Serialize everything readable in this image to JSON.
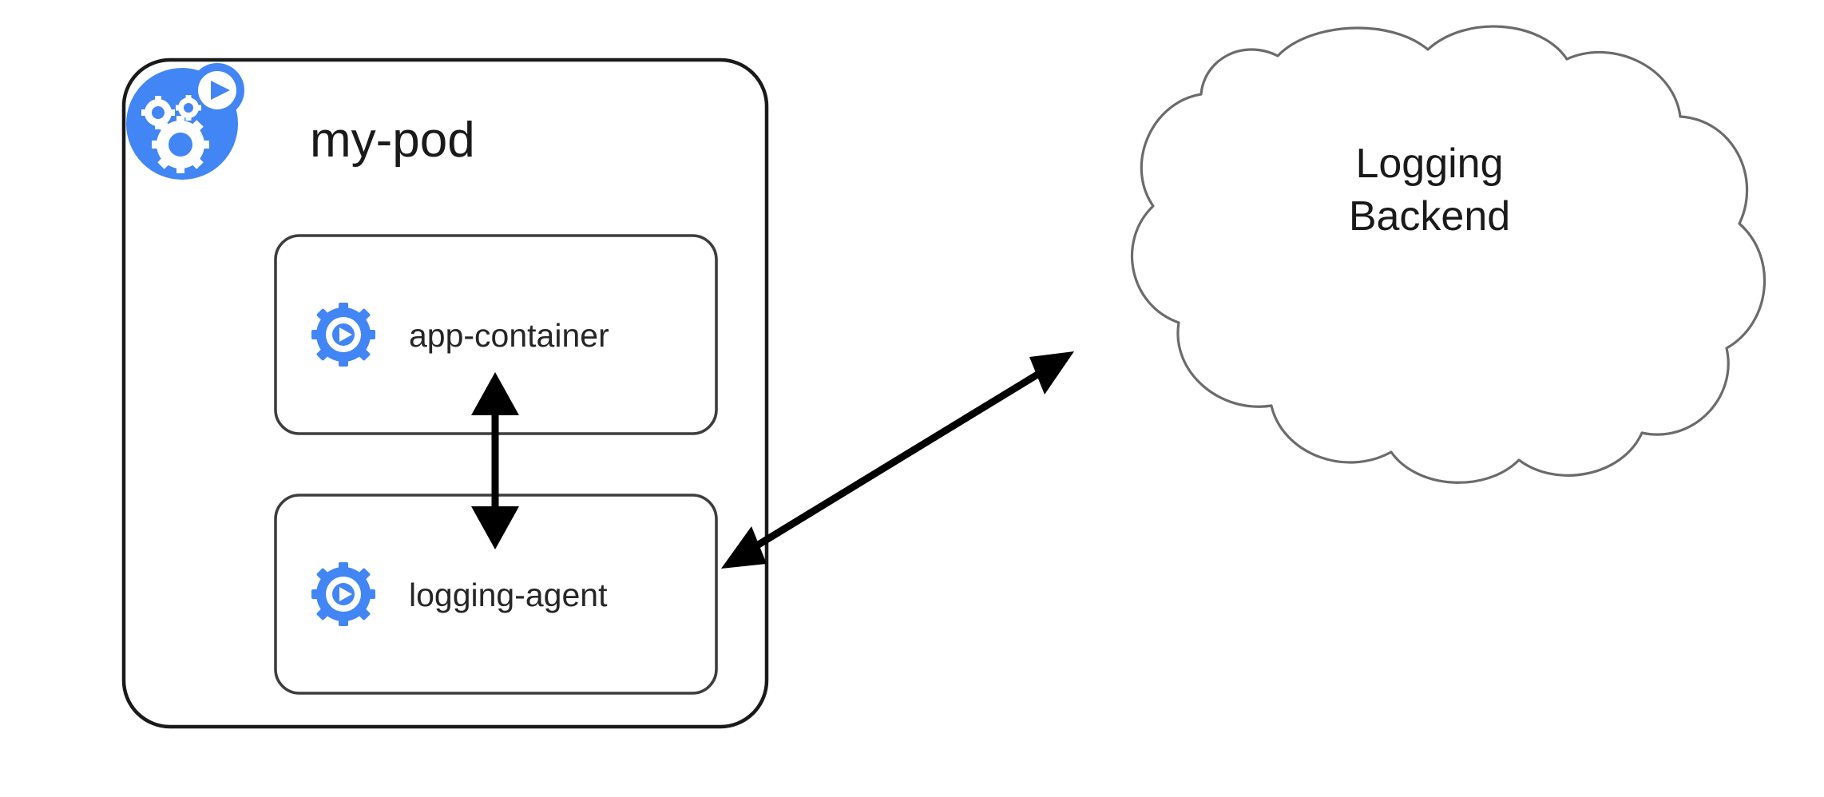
{
  "diagram": {
    "title": "my-pod logging sidecar architecture",
    "background_color": "#ffffff",
    "accent_color": "#4285F4",
    "outline_color": "#1a1a1a",
    "cloud_outline_color": "#6b6b6b"
  },
  "pod": {
    "label": "my-pod",
    "icon_name": "kubernetes-pod-icon",
    "containers": [
      {
        "label": "app-container",
        "icon_name": "container-gear-play-icon"
      },
      {
        "label": "logging-agent",
        "icon_name": "container-gear-play-icon"
      }
    ]
  },
  "cloud": {
    "label_line1": "Logging",
    "label_line2": "Backend",
    "icon_name": "cloud-shape"
  },
  "connections": [
    {
      "name": "app-to-agent",
      "from": "app-container",
      "to": "logging-agent",
      "style": "double-headed-vertical-arrow"
    },
    {
      "name": "agent-to-backend",
      "from": "logging-agent",
      "to": "Logging Backend",
      "style": "double-headed-diagonal-arrow"
    }
  ]
}
